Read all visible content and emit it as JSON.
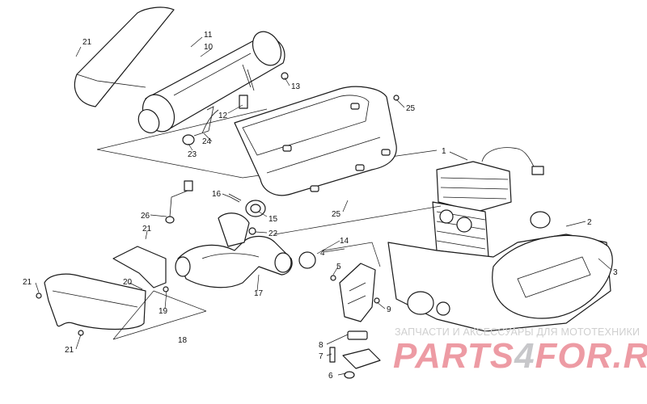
{
  "diagram": {
    "callouts": [
      {
        "id": "c21a",
        "label": "21"
      },
      {
        "id": "c11",
        "label": "11"
      },
      {
        "id": "c10",
        "label": "10"
      },
      {
        "id": "c13",
        "label": "13"
      },
      {
        "id": "c25a",
        "label": "25"
      },
      {
        "id": "c12",
        "label": "12"
      },
      {
        "id": "c24",
        "label": "24"
      },
      {
        "id": "c23",
        "label": "23"
      },
      {
        "id": "c1",
        "label": "1"
      },
      {
        "id": "c16",
        "label": "16"
      },
      {
        "id": "c26",
        "label": "26"
      },
      {
        "id": "c15",
        "label": "15"
      },
      {
        "id": "c25b",
        "label": "25"
      },
      {
        "id": "c2",
        "label": "2"
      },
      {
        "id": "c3",
        "label": "3"
      },
      {
        "id": "c21b",
        "label": "21"
      },
      {
        "id": "c22",
        "label": "22"
      },
      {
        "id": "c14",
        "label": "14"
      },
      {
        "id": "c4",
        "label": "4"
      },
      {
        "id": "c5",
        "label": "5"
      },
      {
        "id": "c21c",
        "label": "21"
      },
      {
        "id": "c20",
        "label": "20"
      },
      {
        "id": "c17",
        "label": "17"
      },
      {
        "id": "c19",
        "label": "19"
      },
      {
        "id": "c9",
        "label": "9"
      },
      {
        "id": "c18",
        "label": "18"
      },
      {
        "id": "c8",
        "label": "8"
      },
      {
        "id": "c7",
        "label": "7"
      },
      {
        "id": "c21d",
        "label": "21"
      },
      {
        "id": "c6",
        "label": "6"
      }
    ]
  },
  "watermark": {
    "caption": "ЗАПЧАСТИ И АКСЕССУАРЫ ДЛЯ МОТОТЕХНИКИ",
    "brand_red_1": "PARTS",
    "brand_gray": "4",
    "brand_red_2": "FOR.RU",
    "color_red": "#e04a5a",
    "color_gray": "#9a9aa0"
  }
}
